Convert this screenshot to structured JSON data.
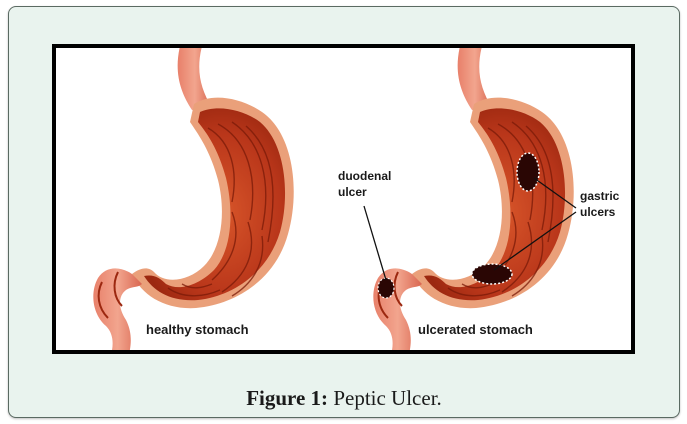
{
  "figure": {
    "labels": {
      "healthy": "healthy stomach",
      "ulcerated": "ulcerated stomach",
      "duodenal_line1": "duodenal",
      "duodenal_line2": "ulcer",
      "gastric_line1": "gastric",
      "gastric_line2": "ulcers"
    }
  },
  "caption": {
    "label": "Figure 1:",
    "text": "Peptic Ulcer."
  },
  "colors": {
    "panel_bg": "#e9f3ee",
    "stomach_fill": "#c8401c",
    "stomach_edge": "#e9a27a",
    "fold_line": "#7a1a08",
    "ulcer": "#2a0604"
  }
}
